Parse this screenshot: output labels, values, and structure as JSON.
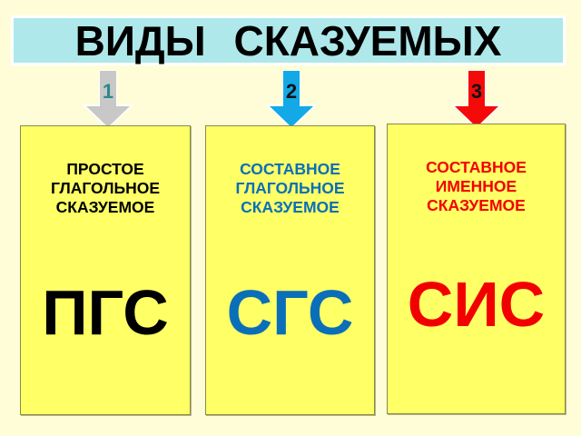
{
  "title": "ВИДЫ   СКАЗУЕМЫХ",
  "colors": {
    "background": "#fffdd8",
    "banner": "#aee8ea",
    "box_fill": "#ffff66",
    "arrow_1": "#c8c8c8",
    "arrow_2": "#12a9e6",
    "arrow_3": "#f50a0a",
    "text_1": "#000000",
    "text_2": "#0a6fb8",
    "text_3": "#f20000",
    "num_1": "#2a8a8a"
  },
  "types": [
    {
      "number": "1",
      "arrow_icon": "down-arrow-gray",
      "title_lines": [
        "ПРОСТОЕ",
        "ГЛАГОЛЬНОЕ",
        "СКАЗУЕМОЕ"
      ],
      "abbreviation": "ПГС"
    },
    {
      "number": "2",
      "arrow_icon": "down-arrow-blue",
      "title_lines": [
        "СОСТАВНОЕ",
        "ГЛАГОЛЬНОЕ",
        "СКАЗУЕМОЕ"
      ],
      "abbreviation": "СГС"
    },
    {
      "number": "3",
      "arrow_icon": "down-arrow-red",
      "title_lines": [
        "СОСТАВНОЕ",
        "ИМЕННОЕ",
        "СКАЗУЕМОЕ"
      ],
      "abbreviation": "СИС"
    }
  ]
}
